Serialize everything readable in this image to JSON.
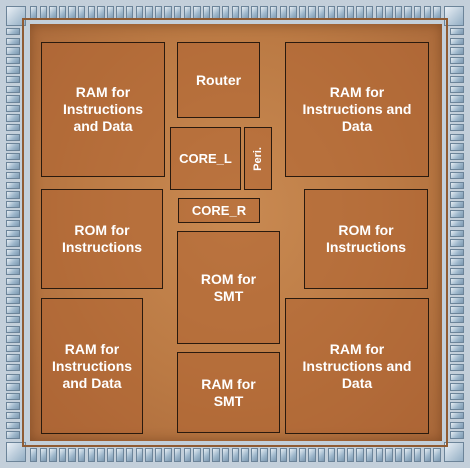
{
  "blocks": {
    "ram_tl": "RAM for\nInstructions\nand Data",
    "router": "Router",
    "ram_tr": "RAM for\nInstructions and\nData",
    "core_l": "CORE_L",
    "peri": "Peri.",
    "core_r": "CORE_R",
    "rom_ml": "ROM for\nInstructions",
    "rom_mr": "ROM for\nInstructions",
    "rom_smt": "ROM for\nSMT",
    "ram_bl": "RAM for\nInstructions\nand Data",
    "ram_smt": "RAM for\nSMT",
    "ram_br": "RAM for\nInstructions and\nData"
  },
  "colors": {
    "die_core": "#bb7a44",
    "block_border": "#2a1a0e",
    "pad": "#9fb8cc",
    "label": "#ffffff"
  }
}
